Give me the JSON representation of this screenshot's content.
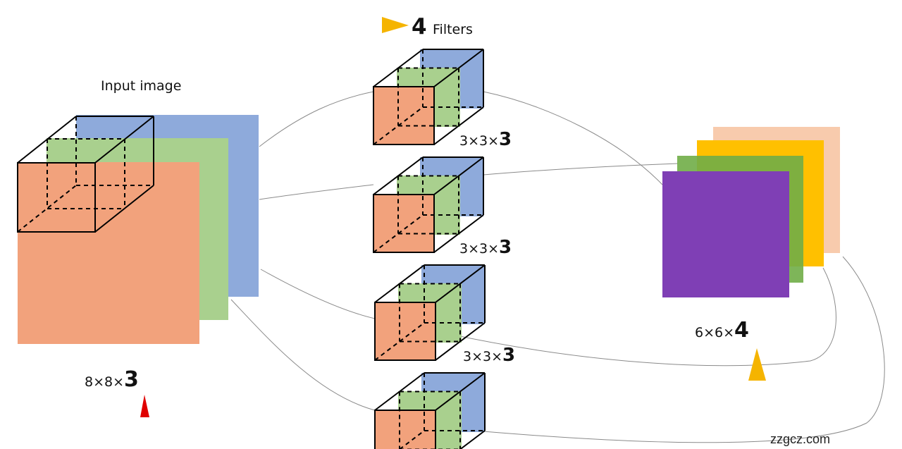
{
  "input": {
    "title": "Input image",
    "dims_prefix": "8×8×",
    "depth": "3",
    "channel_colors": [
      "#f2a27c",
      "#a9d08e",
      "#8eaadb"
    ],
    "marker_color": "#e00000"
  },
  "filters": {
    "count": "4",
    "count_label": "Filters",
    "marker_color": "#f5b400",
    "items": [
      {
        "dims_prefix": "3×3×",
        "depth": "3"
      },
      {
        "dims_prefix": "3×3×",
        "depth": "3"
      },
      {
        "dims_prefix": "3×3×",
        "depth": "3"
      },
      {
        "dims_prefix": "",
        "depth": ""
      }
    ]
  },
  "output": {
    "dims_prefix": "6×6×",
    "depth": "4",
    "channel_colors": [
      "#7f3fb5",
      "#70ad47",
      "#ffc000",
      "#f8cbad"
    ],
    "marker_color": "#f5b400"
  },
  "watermark": "zzgcz.com"
}
